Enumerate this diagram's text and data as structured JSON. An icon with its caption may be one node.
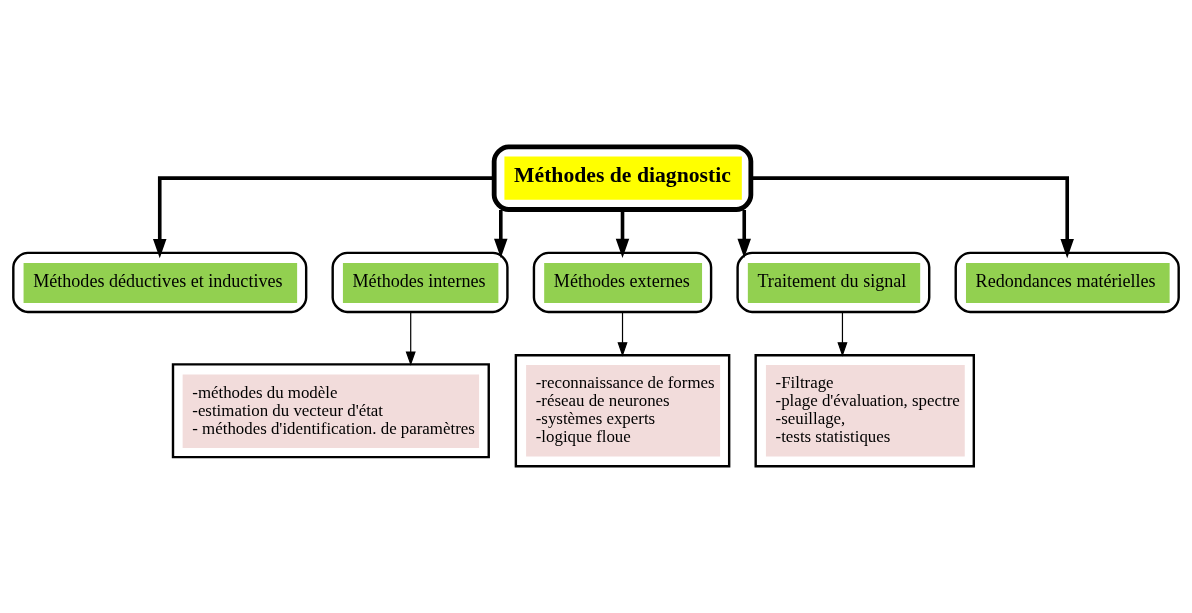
{
  "diagram": {
    "nodes": [
      {
        "text": [
          "Méthodes de diagnostic"
        ]
      },
      {
        "text": [
          "Méthodes déductives et inductives"
        ]
      },
      {
        "text": [
          "Méthodes internes"
        ]
      },
      {
        "text": [
          "Méthodes externes"
        ]
      },
      {
        "text": [
          "Traitement du signal"
        ]
      },
      {
        "text": [
          "Redondances matérielles"
        ]
      },
      {
        "text": [
          "-méthodes du modèle",
          "-estimation du vecteur d'état",
          "- méthodes d'identification. de paramètres"
        ]
      },
      {
        "text": [
          "-reconnaissance de formes",
          "-réseau de neurones",
          "-systèmes experts",
          "-logique floue"
        ]
      },
      {
        "text": [
          "-Filtrage",
          "-plage d'évaluation, spectre",
          "-seuillage,",
          "-tests statistiques"
        ]
      }
    ],
    "edges": [
      {
        "from": 0,
        "to": 1,
        "arrow": "to"
      },
      {
        "from": 0,
        "to": 2,
        "arrow": "to"
      },
      {
        "from": 0,
        "to": 3,
        "arrow": "to"
      },
      {
        "from": 0,
        "to": 4,
        "arrow": "to"
      },
      {
        "from": 0,
        "to": 5,
        "arrow": "to"
      },
      {
        "from": 2,
        "to": 6,
        "arrow": "to"
      },
      {
        "from": 3,
        "to": 7,
        "arrow": "to"
      },
      {
        "from": 4,
        "to": 8,
        "arrow": "to"
      }
    ]
  }
}
